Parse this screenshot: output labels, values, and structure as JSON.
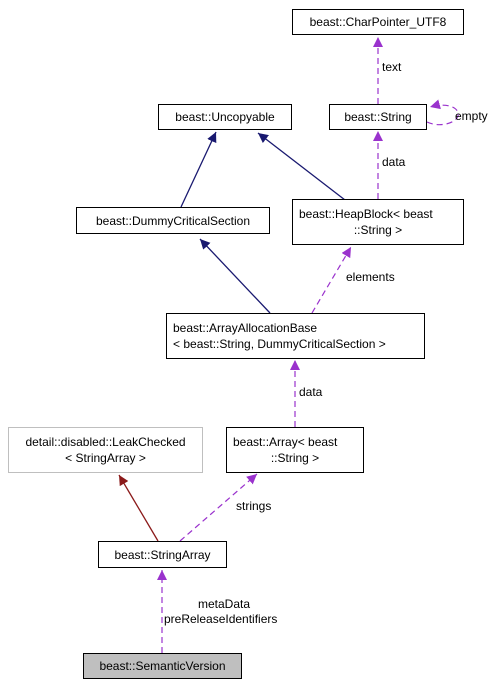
{
  "colors": {
    "inheritance": "#191970",
    "private_inheritance": "#8b1a1a",
    "usage": "#9a32cd",
    "gray_border": "#bfbfbf",
    "selected_fill": "#bfbfbf"
  },
  "nodes": {
    "charpointer": {
      "lines": [
        "beast::CharPointer_UTF8"
      ]
    },
    "uncopyable": {
      "lines": [
        "beast::Uncopyable"
      ]
    },
    "string": {
      "lines": [
        "beast::String"
      ]
    },
    "dummycs": {
      "lines": [
        "beast::DummyCriticalSection"
      ]
    },
    "heapblock": {
      "lines": [
        "beast::HeapBlock< beast",
        "::String >"
      ]
    },
    "arrayalloc": {
      "lines": [
        "beast::ArrayAllocationBase",
        "< beast::String, DummyCriticalSection >"
      ]
    },
    "leakchecked": {
      "lines": [
        "detail::disabled::LeakChecked",
        "< StringArray >"
      ]
    },
    "array": {
      "lines": [
        "beast::Array< beast",
        "::String >"
      ]
    },
    "stringarray": {
      "lines": [
        "beast::StringArray"
      ]
    },
    "semver": {
      "lines": [
        "beast::SemanticVersion"
      ]
    }
  },
  "edge_labels": {
    "text": "text",
    "empty": "empty",
    "data_string": "data",
    "elements": "elements",
    "data_alloc": "data",
    "strings": "strings",
    "metadata": "metaData",
    "prerelease": "preReleaseIdentifiers"
  }
}
